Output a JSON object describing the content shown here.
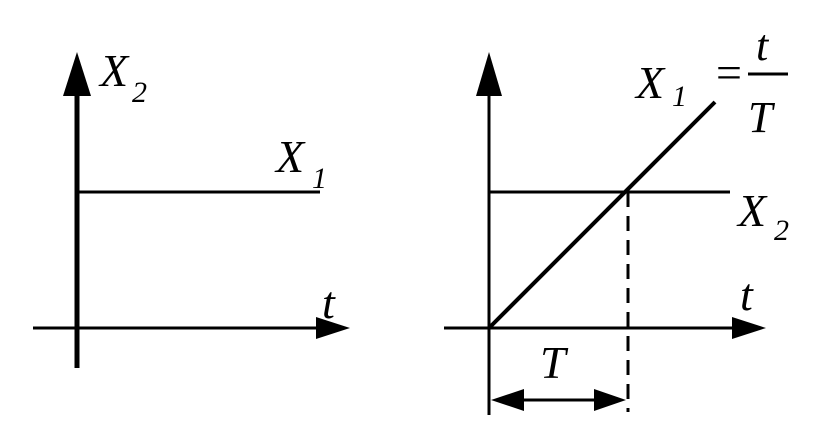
{
  "left_graph": {
    "y_axis_label": "X",
    "y_axis_label_sub": "2",
    "x_axis_label": "t",
    "line_label": "X",
    "line_label_sub": "1"
  },
  "right_graph": {
    "x_axis_label": "t",
    "ramp_label": "X",
    "ramp_label_sub": "1",
    "ramp_equals": "=",
    "ramp_numerator": "t",
    "ramp_denominator": "T",
    "level_label": "X",
    "level_label_sub": "2",
    "interval_label": "T"
  },
  "colors": {
    "ink": "#000000",
    "background": "#ffffff"
  }
}
